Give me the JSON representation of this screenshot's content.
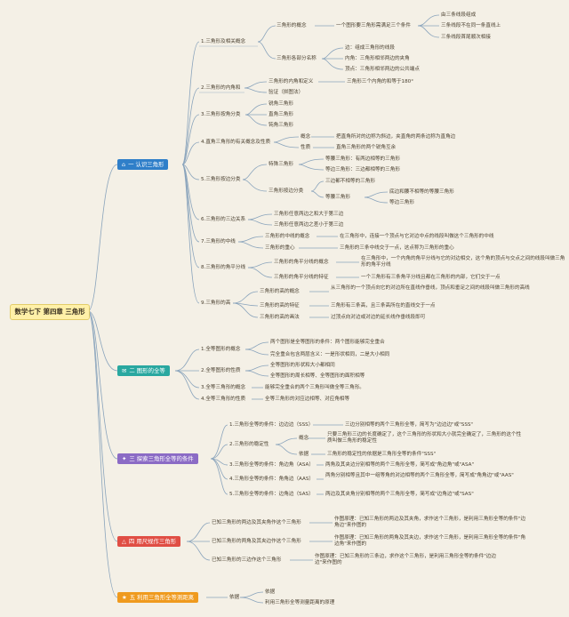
{
  "root": "数学七下 第四章 三角形",
  "colors": {
    "blue": "#2f7fc9",
    "teal": "#29a8a0",
    "purple": "#8b6bc5",
    "red": "#e04e44",
    "orange": "#ef9a1e",
    "line": "#8aa4bc"
  },
  "icons": {
    "b1": "home-icon",
    "b2": "chat-icon",
    "b3": "flame-icon",
    "b4": "triangle-warning-icon",
    "b5": "star-icon"
  },
  "branch1": {
    "title": "一 认识三角形",
    "c1": {
      "label": "1.三角形及相关概念",
      "def": "三角形的概念",
      "def_desc": "一个图形要三角形需满足三个条件",
      "conds": [
        "由三条线段组成",
        "三条线段不在同一条直线上",
        "三条线段首尾顺次相接"
      ],
      "parts": "三角形各部分名称",
      "part_items": [
        "边：组成三角形的线段",
        "内角：三角形相邻两边的夹角",
        "顶点：三角形相邻两边的公共端点"
      ]
    },
    "c2": {
      "label": "2.三角形的内角和",
      "def": "三角形的内角和定义",
      "def_desc": "三角形三个内角的和等于180°",
      "verify": "验证（拼图法）"
    },
    "c3": {
      "label": "3.三角形按角分类",
      "items": [
        "锐角三角形",
        "直角三角形",
        "钝角三角形"
      ]
    },
    "c4": {
      "label": "4.直角三角形的有关概念及性质",
      "sub1": "概念",
      "sub1_desc": "把直角所对的边称为斜边，夹直角的两条边称为直角边",
      "sub2": "性质",
      "sub2_desc": "直角三角形的两个锐角互余"
    },
    "c5": {
      "label": "5.三角形按边分类",
      "special": "特殊三角形",
      "special_items": [
        "等腰三角形：有两边相等的三角形",
        "等边三角形：三边都相等的三角形"
      ],
      "by_side": "三角形按边分类",
      "unequal": "三边都不相等的三角形",
      "iso": "等腰三角形",
      "iso_items": [
        "底边和腰不相等的等腰三角形",
        "等边三角形"
      ]
    },
    "c6": {
      "label": "6.三角形的三边关系",
      "items": [
        "三角形任意两边之和大于第三边",
        "三角形任意两边之差小于第三边"
      ]
    },
    "c7": {
      "label": "7.三角形的中线",
      "def": "三角形的中线的概念",
      "def_desc": "在三角形中，连接一个顶点与它对边中点的线段叫做这个三角形的中线",
      "centroid": "三角形的重心",
      "centroid_desc": "三角形的三条中线交于一点，这点称为三角形的重心"
    },
    "c8": {
      "label": "8.三角形的角平分线",
      "def": "三角形的角平分线的概念",
      "def_desc": "在三角形中，一个内角的角平分线与它的对边相交，这个角的顶点与交点之间的线段叫做三角形的角平分线",
      "prop": "三角形的角平分线的特征",
      "prop_desc": "一个三角形有三条角平分线且都在三角形的内部，它们交于一点"
    },
    "c9": {
      "label": "9.三角形的高",
      "def": "三角形的高的概念",
      "def_desc": "从三角形的一个顶点向它的对边所在直线作垂线，顶点和垂足之间的线段叫做三角形的高线",
      "prop": "三角形的高的特征",
      "prop_desc": "三角形有三条高，且三条高所在的直线交于一点",
      "draw": "三角形的高的画法",
      "draw_desc": "过顶点向对边或对边的延长线作垂线段即可"
    }
  },
  "branch2": {
    "title": "二 图形的全等",
    "c1": {
      "label": "1.全等图形的概念",
      "items": [
        "两个图形是全等图形的条件：两个图形能够完全重合",
        "完全重合包含两层含义：一是形状相同，二是大小相同"
      ]
    },
    "c2": {
      "label": "2.全等图形的性质",
      "items": [
        "全等图形的形状和大小都相同",
        "全等图形的周长相等、全等图形的面积相等"
      ]
    },
    "c3": {
      "label": "3.全等三角形的概念",
      "desc": "能够完全重合的两个三角形叫做全等三角形。"
    },
    "c4": {
      "label": "4.全等三角形的性质",
      "desc": "全等三角形的对应边相等、对应角相等"
    }
  },
  "branch3": {
    "title": "三 探索三角形全等的条件",
    "c1": {
      "label": "1.三角形全等的条件：边边边（SSS）",
      "desc": "三边分别相等的两个三角形全等，简写为\"边边边\"或\"SSS\""
    },
    "c2": {
      "label": "2.三角形的稳定性",
      "sub1": "概念",
      "sub1_desc": "只要三角形三边的长度确定了，这个三角形的形状和大小就完全确定了，三角形的这个性质叫做三角形的稳定性",
      "sub2": "依据",
      "sub2_desc": "三角形的稳定性的依据是三角形全等的条件\"SSS\""
    },
    "c3": {
      "label": "3.三角形全等的条件：角边角（ASA）",
      "desc": "两角及其夹边分别相等的两个三角形全等，简写成\"角边角\"或\"ASA\""
    },
    "c4": {
      "label": "4.三角形全等的条件：角角边（AAS）",
      "desc": "两角分别相等且其中一组等角的对边相等的两个三角形全等，简写成\"角角边\"或\"AAS\""
    },
    "c5": {
      "label": "5.三角形全等的条件：边角边（SAS）",
      "desc": "两边及其夹角分别相等的两个三角形全等，简写成\"边角边\"或\"SAS\""
    }
  },
  "branch4": {
    "title": "四 用尺规作三角形",
    "c1": {
      "label": "已知三角形的两边及其夹角作这个三角形",
      "desc": "作图原理：已知三角形的两边及其夹角，求作这个三角形，是利用三角形全等的条件\"边角边\"来作图的"
    },
    "c2": {
      "label": "已知三角形的两角及其夹边作这个三角形",
      "desc": "作图原理：已知三角形的两角及其夹边，求作这个三角形，是利用三角形全等的条件\"角边角\"来作图的"
    },
    "c3": {
      "label": "已知三角形的三边作这个三角形",
      "desc": "作图原理：已知三角形的三条边，求作这个三角形，是利用三角形全等的条件\"边边边\"来作图的"
    }
  },
  "branch5": {
    "title": "五 利用三角形全等测距离",
    "c1": {
      "label": "依据",
      "items": [
        "依据",
        "利用三角形全等测量距离的原理"
      ]
    }
  }
}
